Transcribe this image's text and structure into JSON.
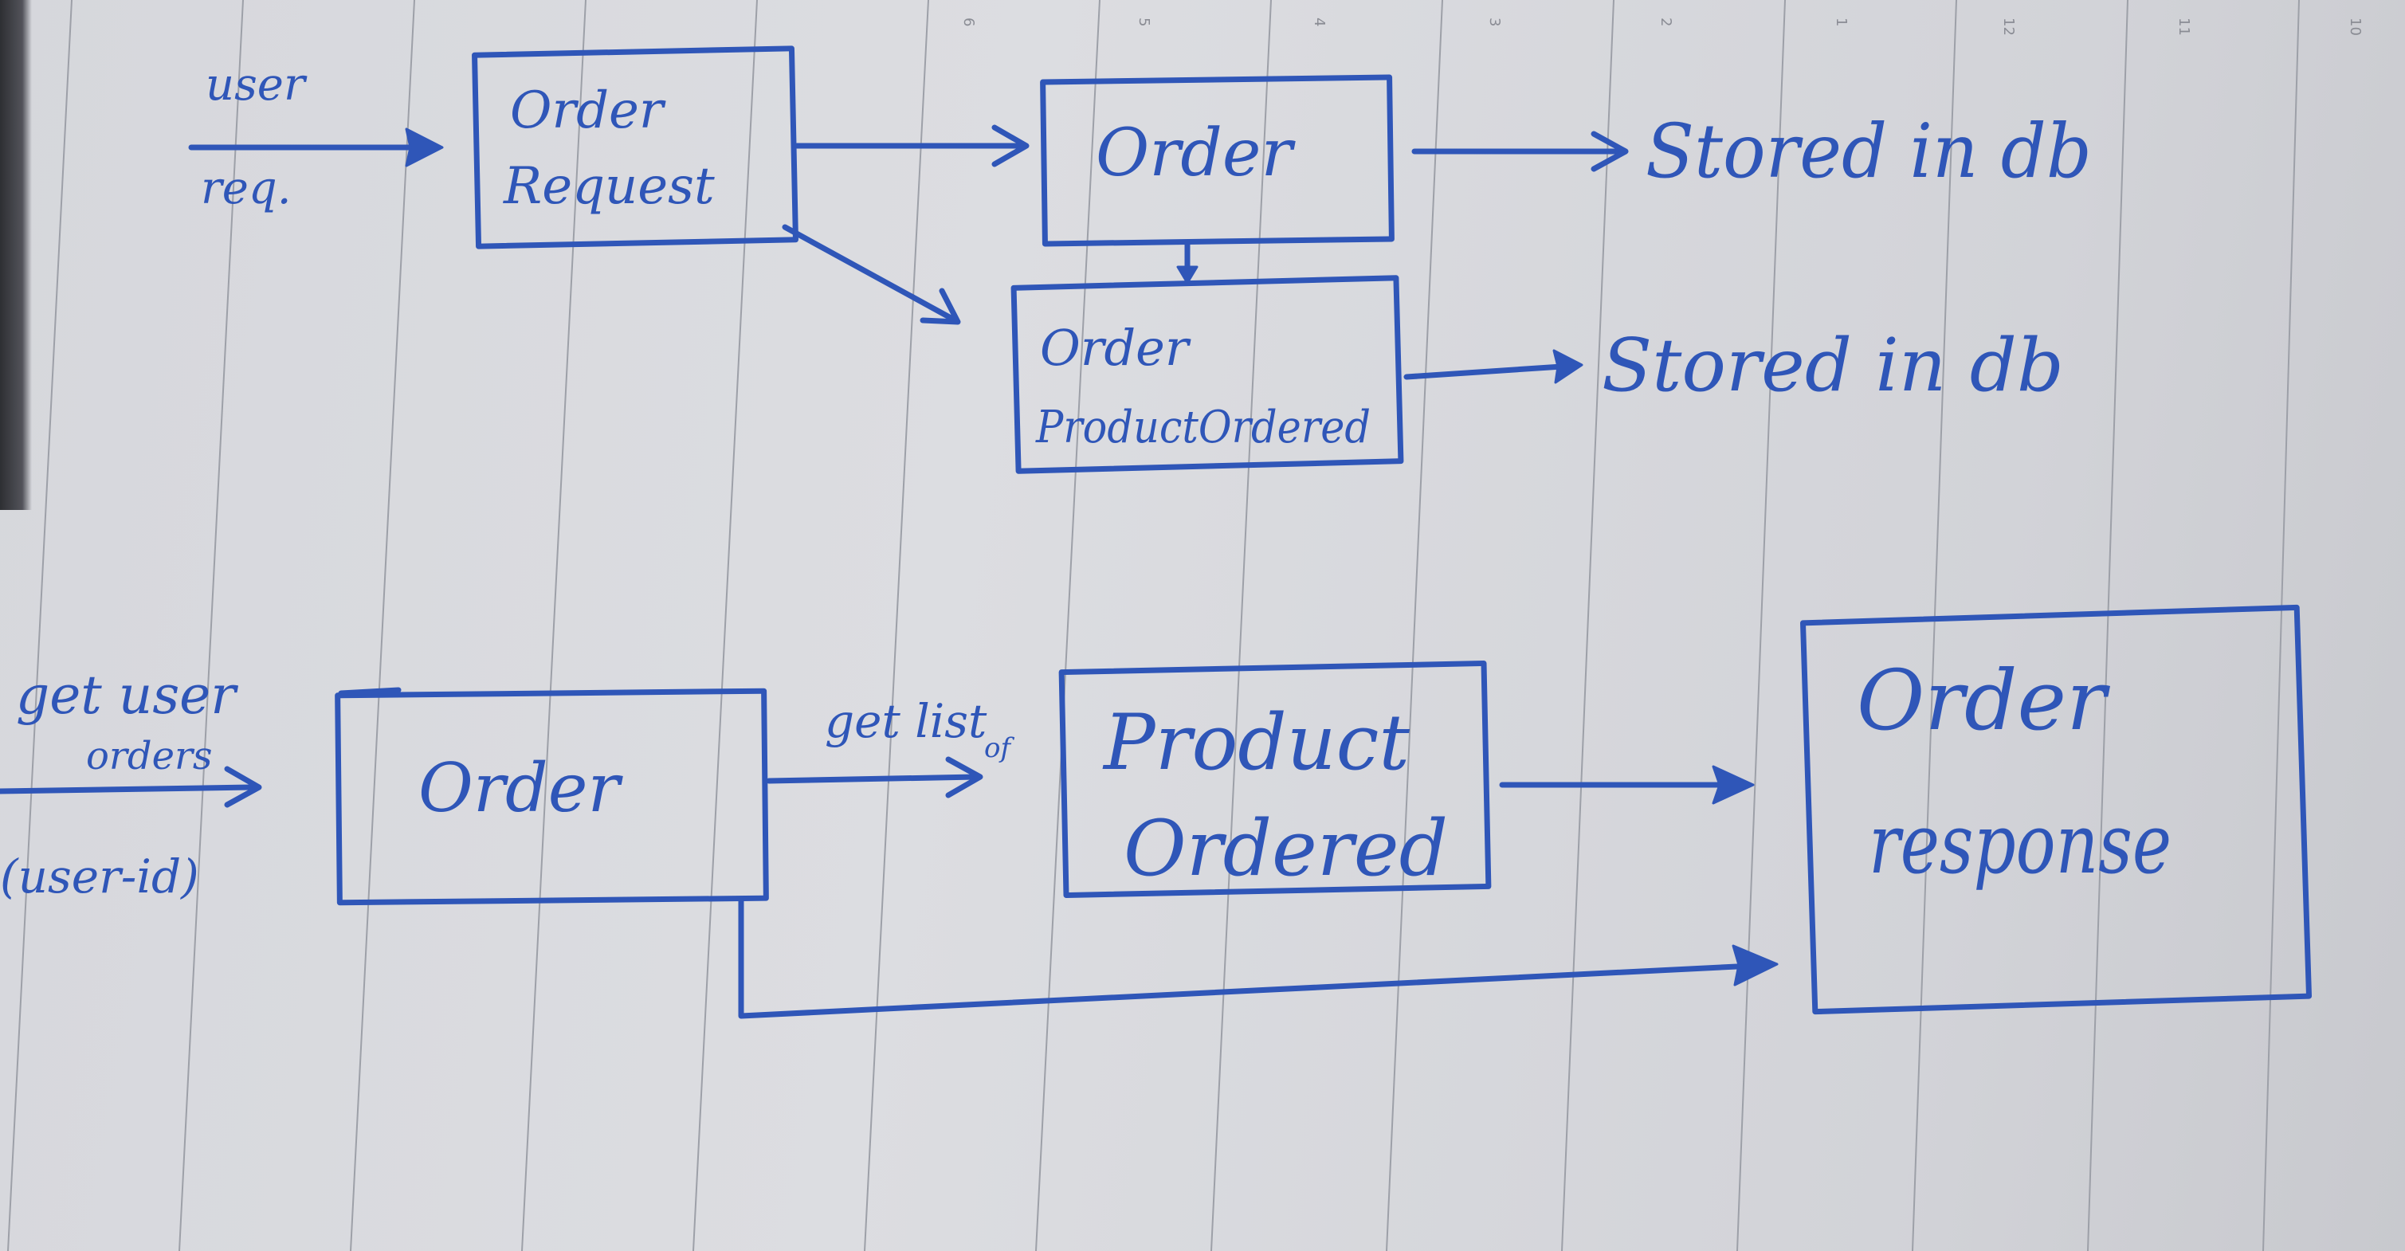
{
  "colors": {
    "ink": "#2f56b8",
    "paper": "#d8d9de",
    "rule": "#9da0a8"
  },
  "page_numbers": [
    "6",
    "5",
    "4",
    "3",
    "2",
    "1",
    "12",
    "11",
    "10"
  ],
  "flow_top": {
    "input_label_line1": "user",
    "input_label_line2": "req.",
    "box_order_request_line1": "Order",
    "box_order_request_line2": "Request",
    "box_order": "Order",
    "box_order_product_line1": "Order",
    "box_order_product_line2": "ProductOrdered",
    "stored_1": "Stored in db",
    "stored_2": "Stored in db"
  },
  "flow_bottom": {
    "input_label_line1": "get user",
    "input_label_line2": "orders",
    "input_label_line3": "(user-id)",
    "box_order": "Order",
    "edge_label_line1": "get list",
    "edge_label_line2": "of",
    "box_product_line1": "Product",
    "box_product_line2": "Ordered",
    "box_response_line1": "Order",
    "box_response_line2": "response"
  }
}
